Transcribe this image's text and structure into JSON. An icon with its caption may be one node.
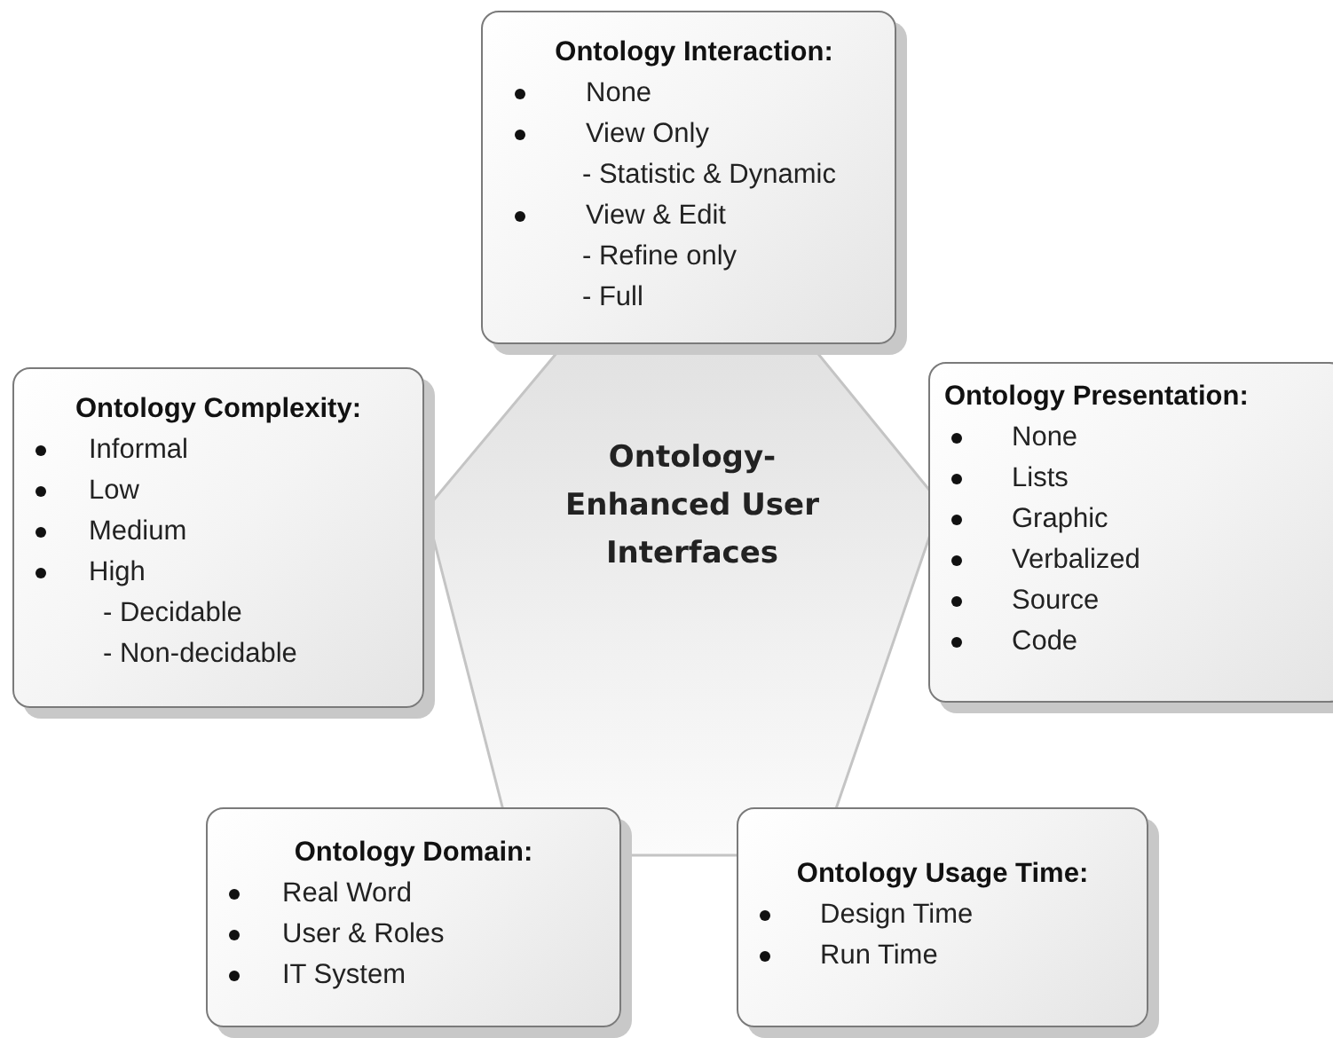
{
  "diagram": {
    "nodes": [
      {
        "text": [
          "Ontology-Enhanced User Interfaces"
        ]
      },
      {
        "text": [
          "Ontology Interaction:",
          "None",
          "View Only",
          "- Statistic & Dynamic",
          "View & Edit",
          "- Refine only",
          "- Full"
        ]
      },
      {
        "text": [
          "Ontology Complexity:",
          "Informal",
          "Low",
          "Medium",
          "High",
          "- Decidable",
          "- Non-decidable"
        ]
      },
      {
        "text": [
          "Ontology Presentation:",
          "None",
          "Lists",
          "Graphic",
          "Verbalized",
          "Source",
          "Code"
        ]
      },
      {
        "text": [
          "Ontology Domain:",
          "Real Word",
          "User & Roles",
          "IT System"
        ]
      },
      {
        "text": [
          "Ontology Usage Time:",
          "Design Time",
          "Run Time"
        ]
      }
    ]
  }
}
